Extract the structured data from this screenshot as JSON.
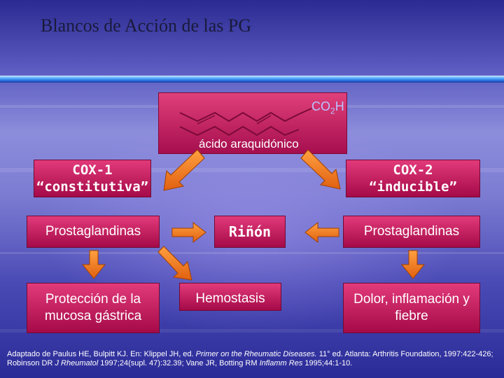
{
  "slide": {
    "title": "Blancos de Acción de las PG"
  },
  "molecule": {
    "formula_main": "CO",
    "formula_sub": "2",
    "formula_tail": "H",
    "label": "ácido araquidónico"
  },
  "boxes": {
    "cox1": {
      "line1": "COX-1",
      "line2": "“constitutiva”"
    },
    "cox2": {
      "line1": "COX-2",
      "line2": "“inducible”"
    },
    "pg_left": "Prostaglandinas",
    "rinon": "Riñón",
    "pg_right": "Prostaglandinas",
    "proteccion": {
      "line1": "Protección de la",
      "line2": "mucosa gástrica"
    },
    "hemostasis": "Hemostasis",
    "dolor": {
      "line1": "Dolor, inflamación y",
      "line2": "fiebre"
    }
  },
  "citation": {
    "part1": "Adaptado de Paulus HE, Bulpitt KJ. En: Klippel JH, ed. ",
    "part2_italic": "Primer on the Rheumatic Diseases.",
    "part3": " 11° ed. Atlanta: Arthritis Foundation, 1997:422-426; Robinson DR ",
    "part4_italic": "J Rheumatol",
    "part5": " 1997;24(supl. 47):32.39; Vane JR, Botting RM ",
    "part6_italic": "Inflamm Res",
    "part7": " 1995;44:1-10."
  },
  "colors": {
    "box_fill": "#c81a5e",
    "arrow_fill": "#f07a18",
    "background": "#5a5ac0",
    "title_text": "#1a1a3a"
  }
}
